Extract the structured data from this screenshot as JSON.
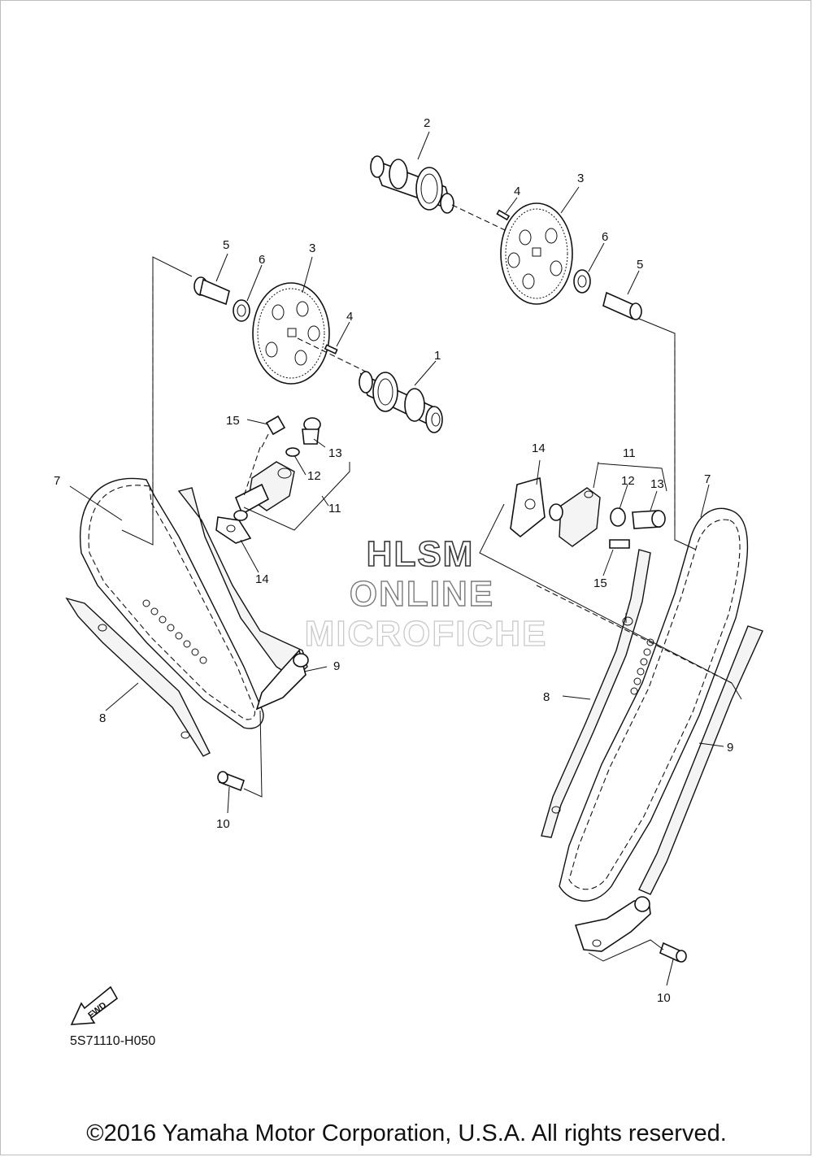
{
  "callouts": {
    "c1": "1",
    "c2": "2",
    "c3a": "3",
    "c3b": "3",
    "c4a": "4",
    "c4b": "4",
    "c5a": "5",
    "c5b": "5",
    "c6a": "6",
    "c6b": "6",
    "c7a": "7",
    "c7b": "7",
    "c8a": "8",
    "c8b": "8",
    "c9a": "9",
    "c9b": "9",
    "c10a": "10",
    "c10b": "10",
    "c11a": "11",
    "c11b": "11",
    "c12a": "12",
    "c12b": "12",
    "c13a": "13",
    "c13b": "13",
    "c14a": "14",
    "c14b": "14",
    "c15a": "15",
    "c15b": "15"
  },
  "watermark": {
    "line1": "HLSM",
    "line2": "ONLINE",
    "line3": "MICROFICHE"
  },
  "fwd_label": "FWD",
  "diagram_code": "5S71110-H050",
  "copyright": "©2016 Yamaha Motor Corporation, U.S.A. All rights reserved."
}
